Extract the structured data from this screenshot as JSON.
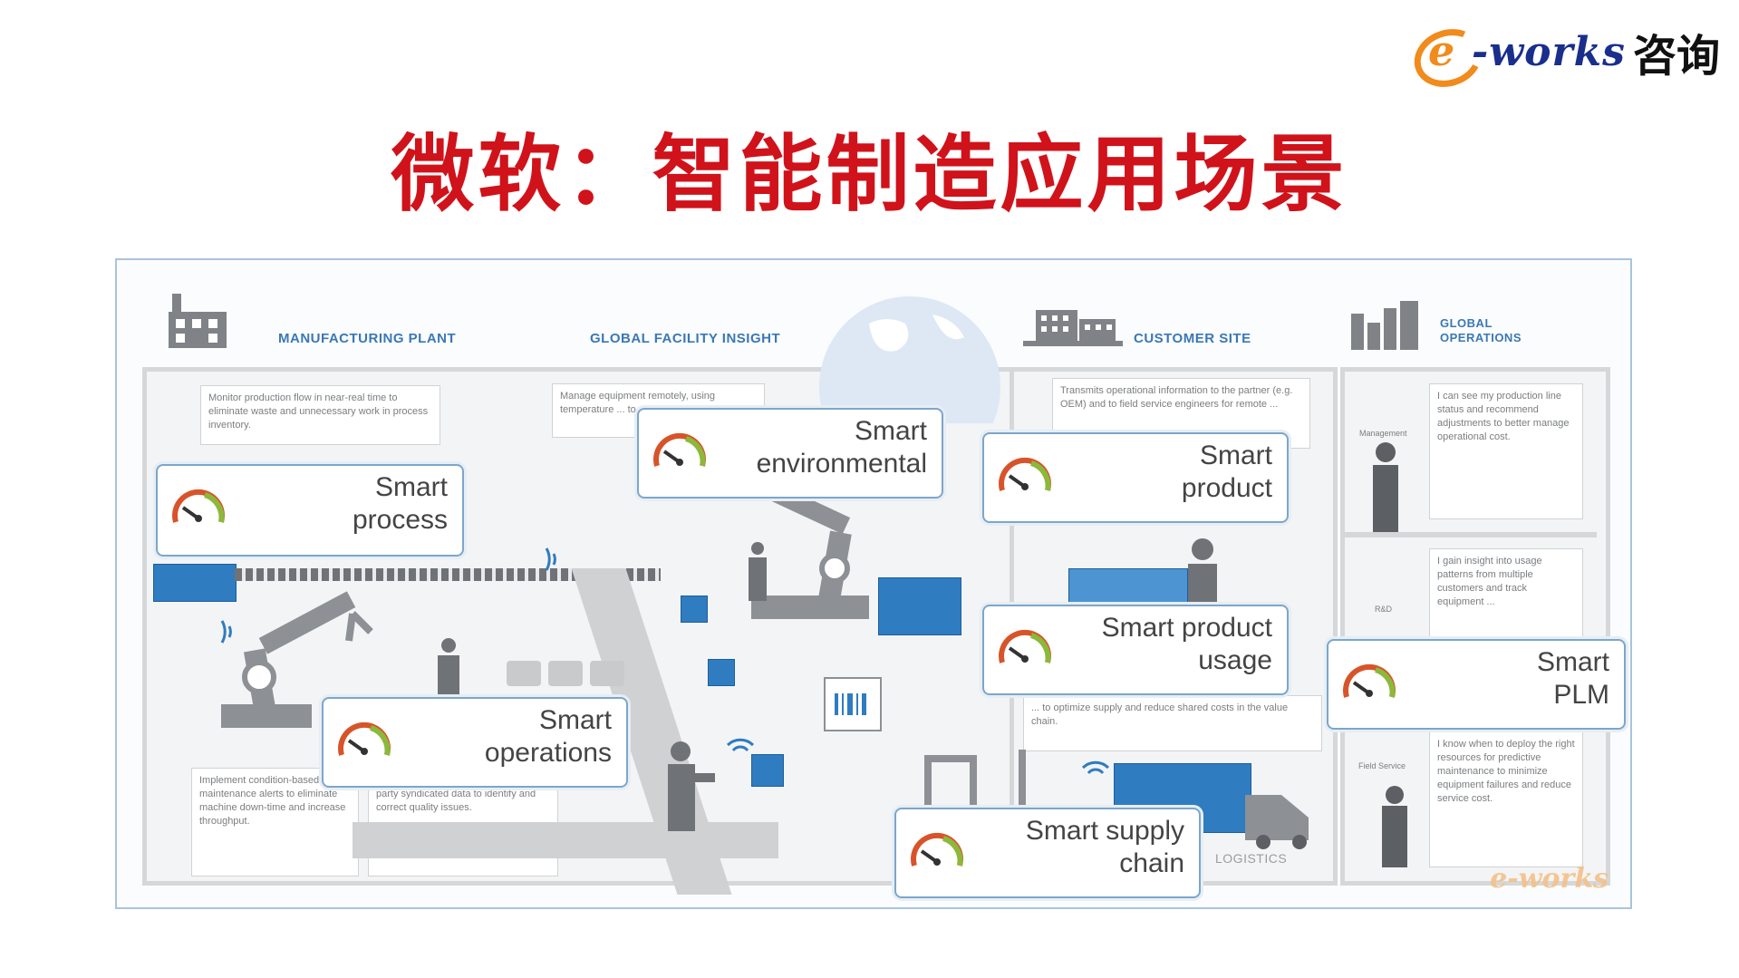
{
  "header": {
    "logo_e": "e",
    "logo_text": "-works",
    "logo_cn": "咨询",
    "title": "微软：智能制造应用场景"
  },
  "diagram": {
    "sections": {
      "manufacturing": "MANUFACTURING PLANT",
      "facility": "GLOBAL FACILITY INSIGHT",
      "customer": "CUSTOMER SITE",
      "global_ops_1": "GLOBAL",
      "global_ops_2": "OPERATIONS",
      "logistics": "LOGISTICS"
    },
    "descriptions": {
      "monitor": "Monitor production flow in near-real time to eliminate waste and unnecessary work in process inventory.",
      "manage": "Manage equipment remotely, using temperature ... to conserve e...",
      "transmit": "Transmits operational information to the partner (e.g. OEM) and to field service engineers for remote ...",
      "implement": "Implement condition-based maintenance alerts to eliminate machine down-time and increase throughput.",
      "customer": "... customer sentiment, and other third-party syndicated data to identify and correct quality issues.",
      "supply": "... to optimize supply and reduce shared costs in the value chain.",
      "mgmt_role": "Management",
      "mgmt_text": "I can see my production line status and recommend adjustments to better manage operational cost.",
      "rd_role": "R&D",
      "rd_text": "I gain insight into usage patterns from multiple customers and track equipment ...",
      "field_role": "Field Service",
      "field_text": "I know when to deploy the right resources for predictive maintenance to minimize equipment failures and reduce service cost."
    },
    "smart_boxes": {
      "process": [
        "Smart",
        "process"
      ],
      "environmental": [
        "Smart",
        "environmental"
      ],
      "product": [
        "Smart",
        "product"
      ],
      "usage": [
        "Smart product",
        "usage"
      ],
      "plm": [
        "Smart",
        "PLM"
      ],
      "operations": [
        "Smart",
        "operations"
      ],
      "supply": [
        "Smart supply",
        "chain"
      ]
    },
    "watermark": "e-works",
    "icons": [
      "factory-icon",
      "globe-icon",
      "office-building-icon",
      "city-icon",
      "gauge-icon",
      "robot-arm-icon",
      "worker-icon",
      "truck-icon",
      "forklift-icon",
      "wifi-icon",
      "barcode-icon"
    ]
  },
  "colors": {
    "title_red": "#d0121b",
    "label_blue": "#3a78b5",
    "box_blue": "#2f7cc1",
    "machine_gray": "#8d9094",
    "logo_orange": "#f08b1c",
    "logo_navy": "#1a2e8c"
  }
}
